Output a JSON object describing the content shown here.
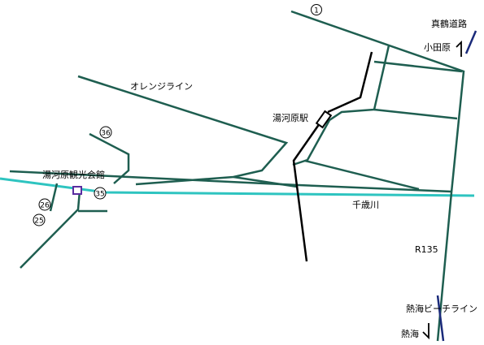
{
  "colors": {
    "road": "#1e5e50",
    "rail": "#000000",
    "river": "#2ec4c0",
    "highway": "#1a2a7a",
    "marker": "#5a2ca0",
    "text": "#000000"
  },
  "labels": {
    "route_1": "1",
    "orange_line": "オレンジライン",
    "yugawara_station": "湯河原駅",
    "route_36": "36",
    "kankou_kaikan": "湯河原観光会館",
    "route_26": "26",
    "route_35": "35",
    "route_25": "25",
    "chitose_river": "千歳川",
    "manazuru_road": "真鶴道路",
    "odawara": "小田原",
    "r135": "R135",
    "atami_beach_line": "熱海ビーチライン",
    "atami": "熱海"
  },
  "icons": {
    "station": "station-icon",
    "kaikan_marker": "building-marker-icon",
    "odawara_arrow": "arrow-up-icon",
    "atami_arrow": "arrow-down-icon"
  }
}
